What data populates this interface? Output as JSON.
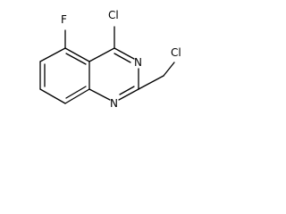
{
  "molecule": {
    "atoms": {
      "cl_top": "Cl",
      "f": "F",
      "n_right": "N",
      "n_bottom": "N",
      "cl_side": "Cl"
    }
  }
}
